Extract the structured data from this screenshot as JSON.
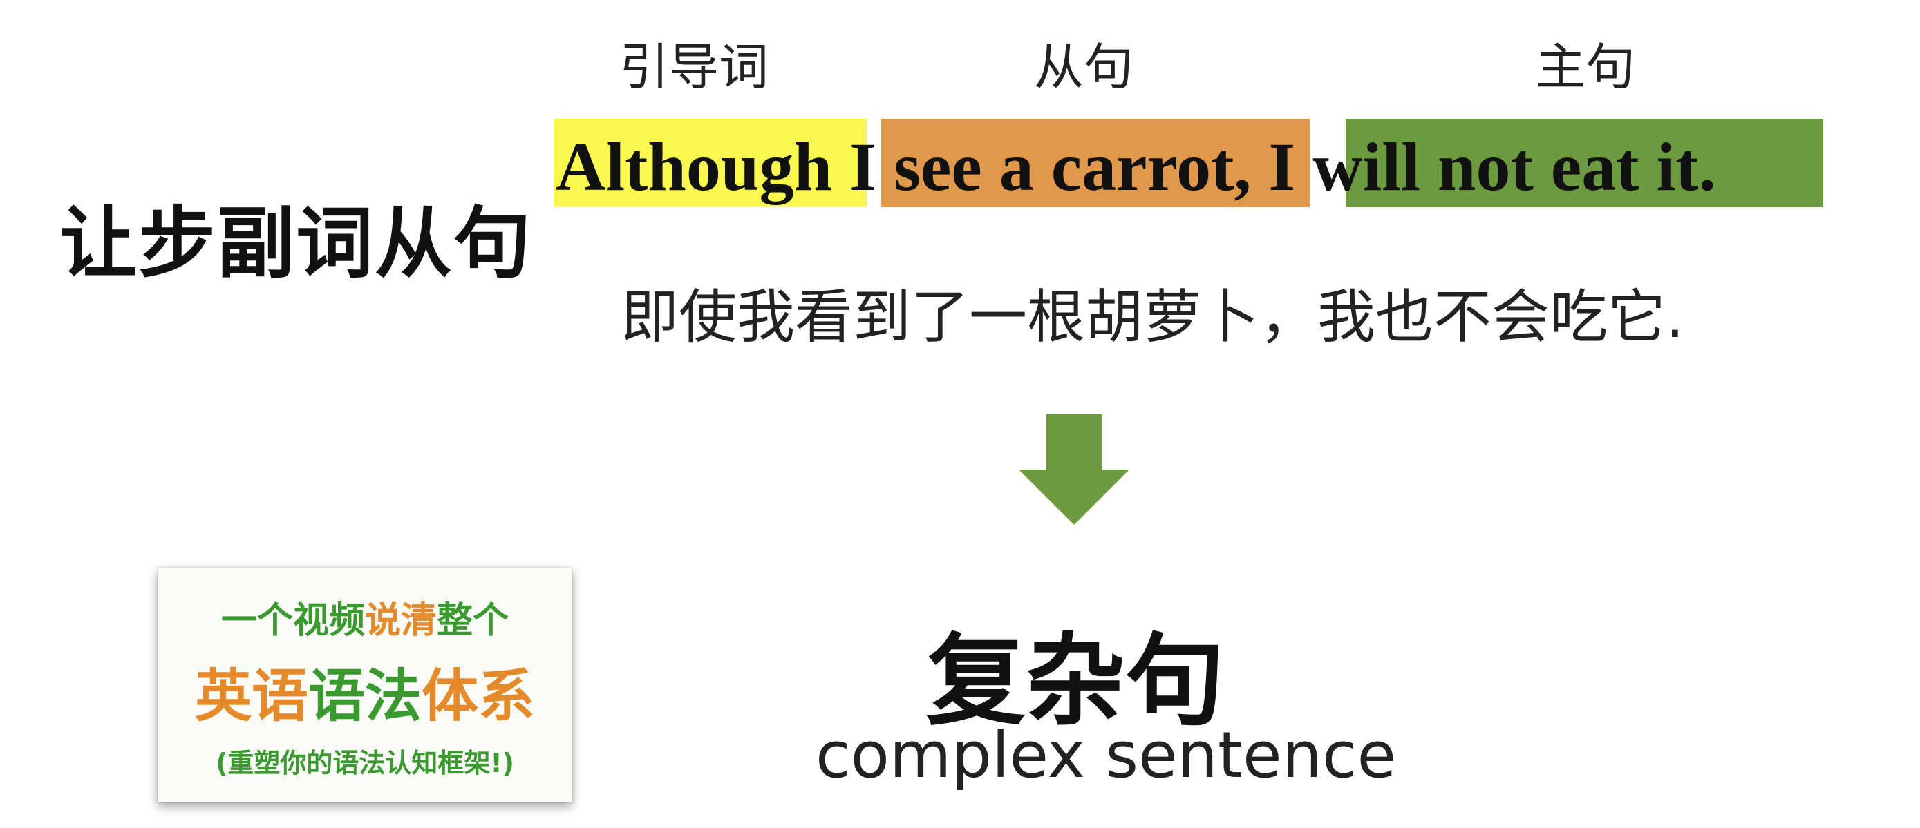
{
  "labels": {
    "intro_word": "引导词",
    "clause": "从句",
    "main_clause": "主句"
  },
  "title": "让步副词从句",
  "sentence": {
    "part1": "Although",
    "space1": " ",
    "part2": "I see a carrot",
    "comma": ", ",
    "part3": "I will not eat it",
    "period": "."
  },
  "translation": "即使我看到了一根胡萝卜，我也不会吃它.",
  "arrow_icon": "arrow-down-icon",
  "result": {
    "title": "复杂句",
    "subtitle": "complex sentence"
  },
  "promo": {
    "line1": [
      {
        "text": "一个视频",
        "color": "green"
      },
      {
        "text": "说清",
        "color": "orange"
      },
      {
        "text": "整个",
        "color": "green"
      }
    ],
    "line2": [
      {
        "text": "英语",
        "color": "orange"
      },
      {
        "text": "语法",
        "color": "green"
      },
      {
        "text": "体系",
        "color": "orange"
      }
    ],
    "line3": "(重塑你的语法认知框架!)"
  },
  "colors": {
    "highlight_intro": "#fbf84f",
    "highlight_clause": "#e0984a",
    "highlight_main": "#6b9b3e",
    "arrow": "#6b9b3e",
    "promo_green": "#3a9a2f",
    "promo_orange": "#e48a2a"
  }
}
